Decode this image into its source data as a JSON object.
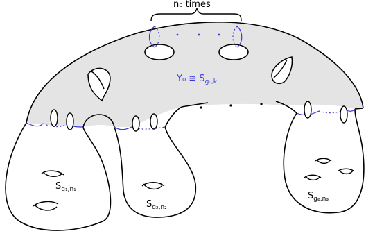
{
  "labels": {
    "top_brace": "n₀  times",
    "core": "Y₀ ≅ S",
    "core_sub": "g₀,k",
    "leg1": "S",
    "leg1_sub": "g₁,n₁",
    "leg2": "S",
    "leg2_sub": "g₂,n₂",
    "leg3": "S",
    "leg3_sub": "gᵩ,nᵩ"
  },
  "colors": {
    "outline": "#000000",
    "core_fill": "#e4e4e4",
    "curve_blue": "#3b3bd6",
    "background": "#ffffff"
  }
}
